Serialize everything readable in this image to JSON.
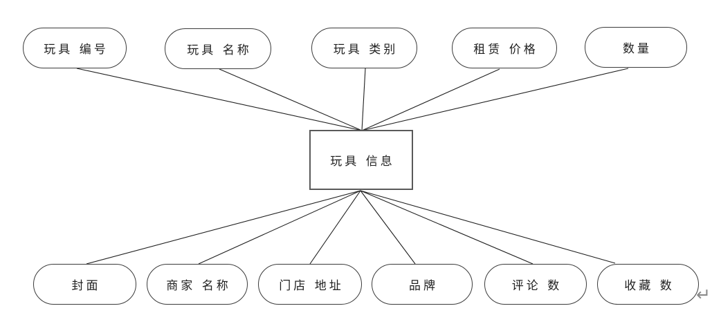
{
  "diagram": {
    "title_hint": "toy-information-er-attribute-diagram",
    "entity": {
      "label": "玩具 信息"
    },
    "top_attributes": [
      {
        "label": "玩具 编号"
      },
      {
        "label": "玩具 名称"
      },
      {
        "label": "玩具 类别"
      },
      {
        "label": "租赁 价格"
      },
      {
        "label": "数量"
      }
    ],
    "bottom_attributes": [
      {
        "label": "封面"
      },
      {
        "label": "商家 名称"
      },
      {
        "label": "门店 地址"
      },
      {
        "label": "品牌"
      },
      {
        "label": "评论 数"
      },
      {
        "label": "收藏 数"
      }
    ],
    "paragraph_mark": "↵",
    "colors": {
      "background": "#ffffff",
      "attribute_border": "#3a3a3a",
      "entity_border": "#595959",
      "connector": "#1f1f1f",
      "paragraph_mark": "#8a8a8a"
    }
  }
}
